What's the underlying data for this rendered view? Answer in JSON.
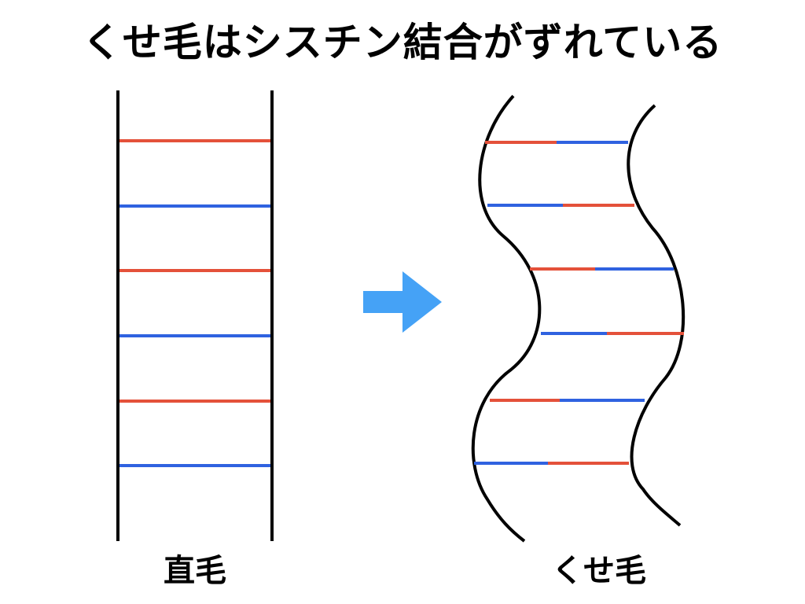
{
  "title": "くせ毛はシスチン結合がずれている",
  "labels": {
    "straight": "直毛",
    "curly": "くせ毛"
  },
  "colors": {
    "red_bond": "#e4513a",
    "blue_bond": "#2f62e0",
    "arrow": "#45a2f6",
    "strand": "#000000"
  },
  "icons": {
    "transition": "right-arrow-icon"
  },
  "straight_bonds": [
    "red",
    "blue",
    "red",
    "blue",
    "red",
    "blue"
  ],
  "curly_bonds": [
    [
      "red",
      "blue"
    ],
    [
      "blue",
      "red"
    ],
    [
      "red",
      "blue"
    ],
    [
      "blue",
      "red"
    ],
    [
      "red",
      "blue"
    ],
    [
      "blue",
      "red"
    ]
  ]
}
